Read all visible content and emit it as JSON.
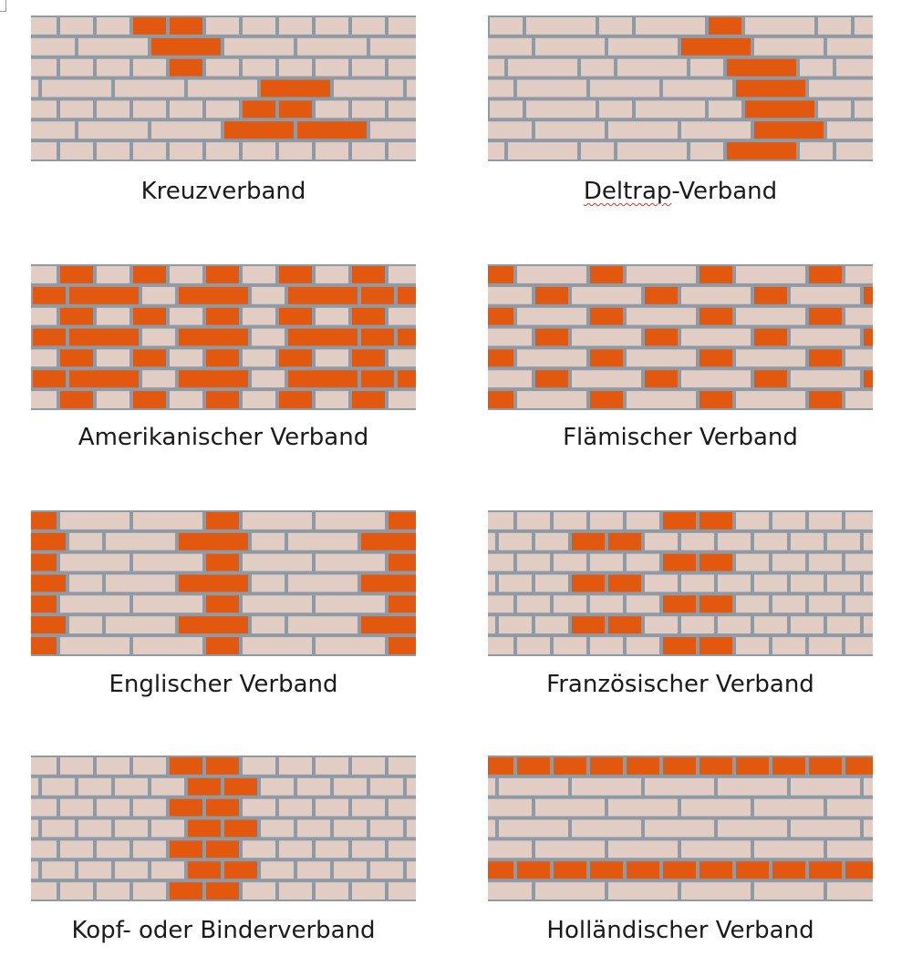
{
  "colors": {
    "mortar": "#8e9aa5",
    "brick": "#e2cdc4",
    "highlight": "#e2580e",
    "spellcheck": "#e0312b"
  },
  "bonds": [
    {
      "id": "kreuzverband",
      "label": "Kreuzverband",
      "pattern": "cross-bond"
    },
    {
      "id": "deltrap",
      "label_part1": "Deltrap",
      "label_part2": "-Verband",
      "pattern": "deltrap-bond",
      "spellcheck_flag": true
    },
    {
      "id": "amerikanisch",
      "label": "Amerikanischer Verband",
      "pattern": "american-bond"
    },
    {
      "id": "flaemisch",
      "label": "Flämischer Verband",
      "pattern": "flemish-bond"
    },
    {
      "id": "englisch",
      "label": "Englischer Verband",
      "pattern": "english-bond"
    },
    {
      "id": "franzoesisch",
      "label": "Französischer Verband",
      "pattern": "french-bond"
    },
    {
      "id": "kopf-binder",
      "label": "Kopf- oder Binderverband",
      "pattern": "header-bond"
    },
    {
      "id": "hollaendisch",
      "label": "Holländischer Verband",
      "pattern": "dutch-bond"
    }
  ]
}
